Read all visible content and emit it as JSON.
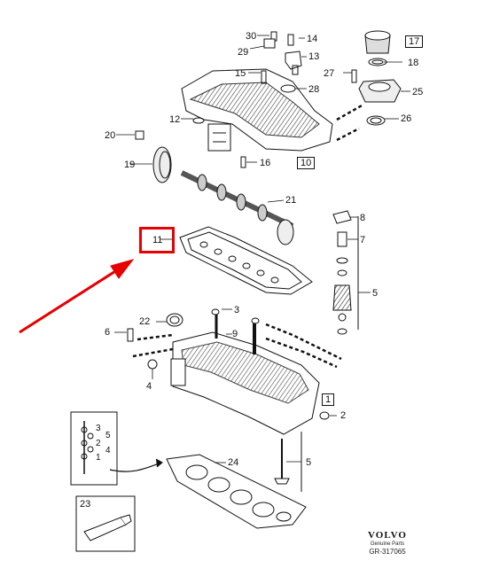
{
  "labels": {
    "p1": "1",
    "p2": "2",
    "p3": "3",
    "p4": "4",
    "p5a": "5",
    "p5b": "5",
    "p6": "6",
    "p7": "7",
    "p8": "8",
    "p9": "9",
    "p10": "10",
    "p11": "11",
    "p12": "12",
    "p13": "13",
    "p14": "14",
    "p15": "15",
    "p16": "16",
    "p17": "17",
    "p18": "18",
    "p19": "19",
    "p20": "20",
    "p21": "21",
    "p22": "22",
    "p23": "23",
    "p24": "24",
    "p25": "25",
    "p26": "26",
    "p27": "27",
    "p28": "28",
    "p29": "29",
    "p30": "30",
    "seq3": "3",
    "seq5": "5",
    "seq2": "2",
    "seq4": "4",
    "seq1": "1"
  },
  "brand": {
    "logo": "VOLVO",
    "subtitle": "Genuine Parts",
    "ref": "GR-317065"
  },
  "colors": {
    "highlight": "#e60000",
    "ink": "#111111"
  }
}
